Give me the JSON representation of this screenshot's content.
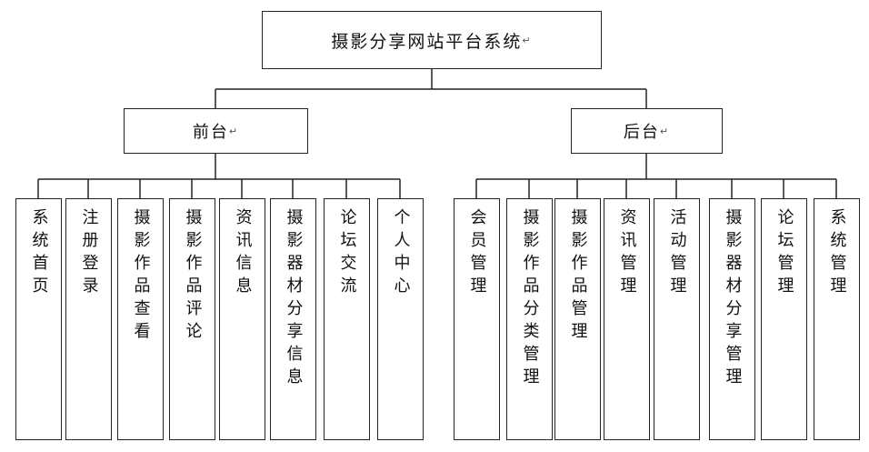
{
  "root": {
    "label": "摄影分享网站平台系统",
    "mark": "↵"
  },
  "front": {
    "label": "前台",
    "mark": "↵",
    "items": [
      "系统首页",
      "注册登录",
      "摄影作品查看",
      "摄影作品评论",
      "资讯信息",
      "摄影器材分享信息",
      "论坛交流",
      "个人中心"
    ]
  },
  "back": {
    "label": "后台",
    "mark": "↵",
    "items": [
      "会员管理",
      "摄影作品分类管理",
      "摄影作品管理",
      "资讯管理",
      "活动管理",
      "摄影器材分享管理",
      "论坛管理",
      "系统管理"
    ]
  }
}
